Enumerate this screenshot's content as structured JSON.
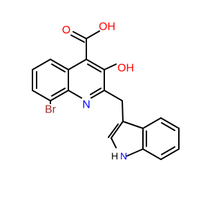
{
  "structure": {
    "atoms": {
      "carbonyl_O": "O",
      "acid_OH": "OH",
      "ring_OH": "OH",
      "ring_N": "N",
      "Br": "Br",
      "indole_H": "H",
      "indole_N": "N"
    },
    "colors": {
      "bond": "#000000",
      "oxygen": "#ff0000",
      "nitrogen": "#0000ff",
      "bromine": "#a52a2a",
      "hydrogen": "#000000"
    }
  }
}
